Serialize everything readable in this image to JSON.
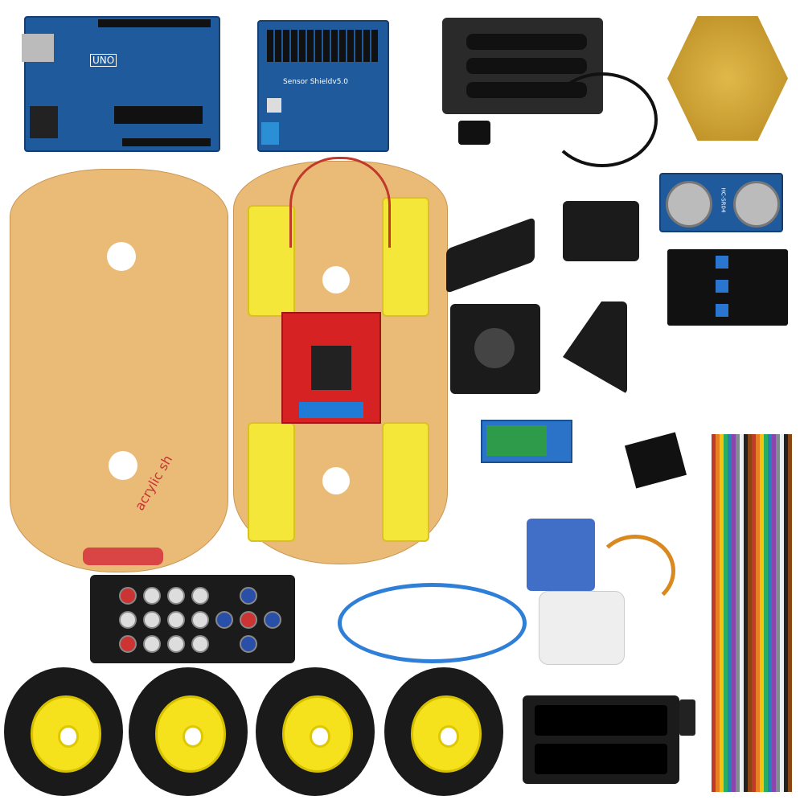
{
  "labels": {
    "uno": "UNO",
    "sensor_shield": "Sensor Shieldv5.0",
    "ultrasonic": "HC-SR04",
    "acrylic": "acrylic sh"
  },
  "colors": {
    "pcb_blue": "#1f5a9c",
    "acrylic": "#e8b870",
    "motor_yellow": "#f5e63a",
    "driver_red": "#d62222",
    "black": "#1b1b1b"
  },
  "wire_colors": [
    "#c0392b",
    "#e67e22",
    "#f1c40f",
    "#27ae60",
    "#2980b9",
    "#8e44ad",
    "#7f8c8d",
    "#ecf0f1",
    "#222222",
    "#8b4513"
  ]
}
